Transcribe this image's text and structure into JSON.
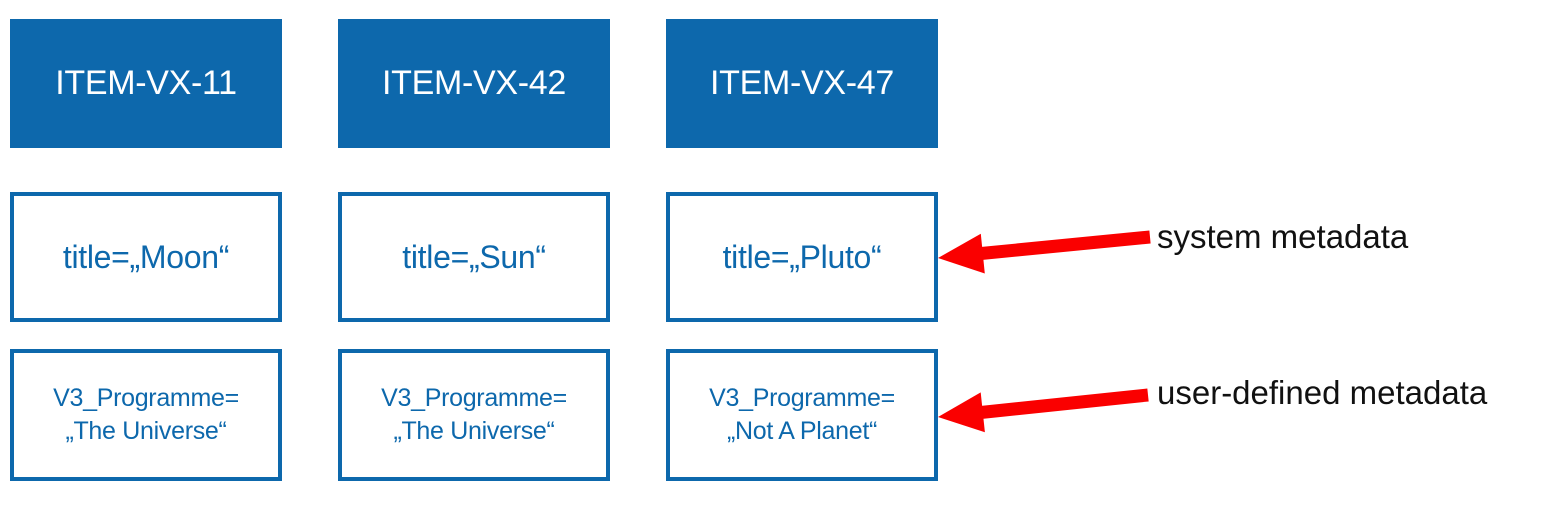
{
  "colors": {
    "brand_blue": "#0d68ac",
    "arrow_red": "#fa0000",
    "label_black": "#111111",
    "box_bg": "#ffffff"
  },
  "items": [
    {
      "id": "ITEM-VX-11",
      "system_metadata": "title=„Moon“",
      "user_metadata_key": "V3_Programme=",
      "user_metadata_value": "„The Universe“"
    },
    {
      "id": "ITEM-VX-42",
      "system_metadata": "title=„Sun“",
      "user_metadata_key": "V3_Programme=",
      "user_metadata_value": "„The Universe“"
    },
    {
      "id": "ITEM-VX-47",
      "system_metadata": "title=„Pluto“",
      "user_metadata_key": "V3_Programme=",
      "user_metadata_value": "„Not A Planet“"
    }
  ],
  "annotations": {
    "system_label": "system metadata",
    "user_label": "user-defined metadata"
  }
}
